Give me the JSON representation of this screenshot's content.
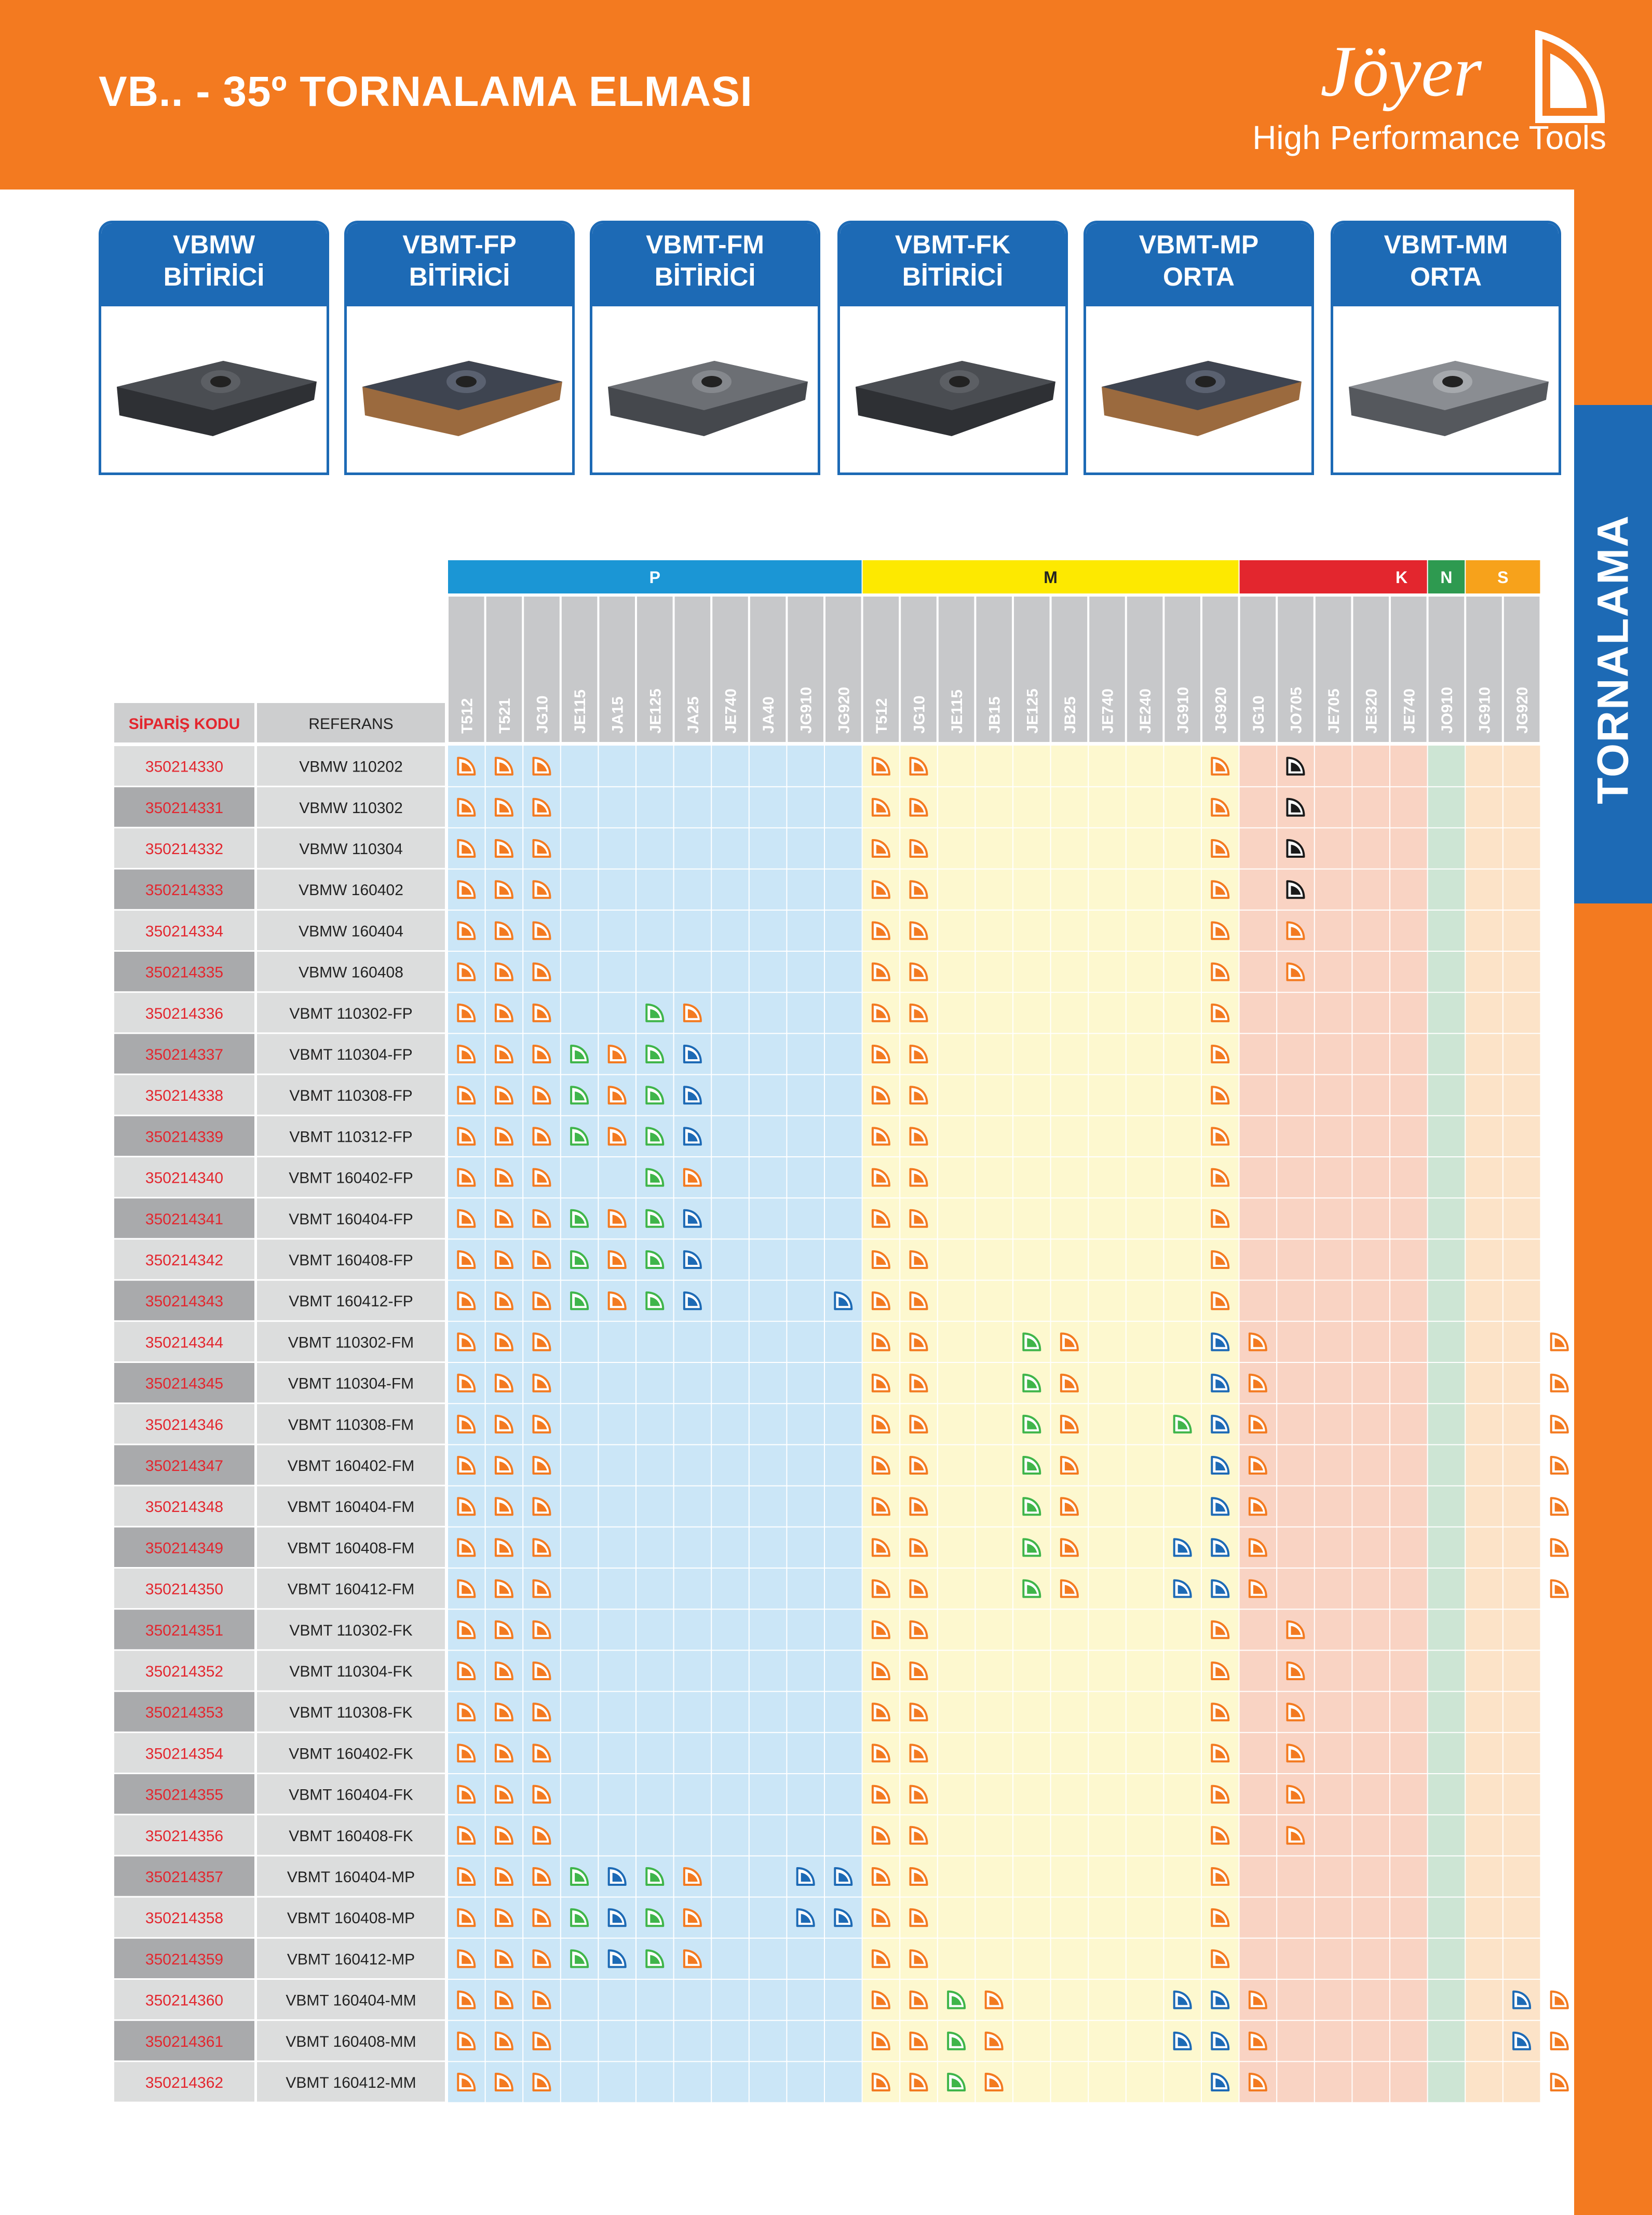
{
  "header": {
    "title": "VB.. - 35º TORNALAMA ELMASI",
    "brand_name": "Jöyer",
    "brand_tagline": "High Performance Tools"
  },
  "side_tab": {
    "label": "TORNALAMA"
  },
  "cards": [
    {
      "name": "VBMW",
      "type": "BİTİRİCİ",
      "insert_color": "dark"
    },
    {
      "name": "VBMT-FP",
      "type": "BİTİRİCİ",
      "insert_color": "bronze"
    },
    {
      "name": "VBMT-FM",
      "type": "BİTİRİCİ",
      "insert_color": "grey"
    },
    {
      "name": "VBMT-FK",
      "type": "BİTİRİCİ",
      "insert_color": "dark"
    },
    {
      "name": "VBMT-MP",
      "type": "ORTA",
      "insert_color": "bronze"
    },
    {
      "name": "VBMT-MM",
      "type": "ORTA",
      "insert_color": "silver"
    }
  ],
  "colors": {
    "orange": "#f37a20",
    "blue": "#1d6ab5",
    "mark_orange": "#f37a20",
    "mark_green": "#3fb54a",
    "mark_blue": "#1d6ab5",
    "mark_black": "#1a1a1a",
    "group_P": "#1b96d5",
    "group_M": "#fde900",
    "group_K": "#e3262e",
    "group_N": "#2e9a50",
    "group_S": "#f7a21b",
    "bg_P": "#cbe6f7",
    "bg_M": "#fdf8cf",
    "bg_K": "#f9d3c3",
    "bg_N": "#cde5d4",
    "bg_S": "#fce3c8"
  },
  "table": {
    "siparis_label": "SİPARİŞ KODU",
    "referans_label": "REFERANS",
    "groups": [
      {
        "label": "P",
        "count": 11
      },
      {
        "label": "M",
        "count": 10
      },
      {
        "label": "K",
        "count": 5
      },
      {
        "label": "N",
        "count": 1
      },
      {
        "label": "S",
        "count": 2
      }
    ],
    "columns": [
      "T512",
      "T521",
      "JG10",
      "JE115",
      "JA15",
      "JE125",
      "JA25",
      "JE740",
      "JA40",
      "JG910",
      "JG920",
      "T512",
      "JG10",
      "JE115",
      "JB15",
      "JE125",
      "JB25",
      "JE740",
      "JE240",
      "JG910",
      "JG920",
      "JG10",
      "JO705",
      "JE705",
      "JE320",
      "JE740",
      "JO910",
      "JG910",
      "JG920"
    ],
    "mark_legend": {
      "o": "orange",
      "g": "green",
      "b": "blue",
      "k": "black"
    },
    "rows": [
      {
        "code": "350214330",
        "ref": "VBMW 110202",
        "marks": "ooo........oo.......o.k......"
      },
      {
        "code": "350214331",
        "ref": "VBMW 110302",
        "marks": "ooo........oo.......o.k......"
      },
      {
        "code": "350214332",
        "ref": "VBMW 110304",
        "marks": "ooo........oo.......o.k......"
      },
      {
        "code": "350214333",
        "ref": "VBMW 160402",
        "marks": "ooo........oo.......o.k......"
      },
      {
        "code": "350214334",
        "ref": "VBMW 160404",
        "marks": "ooo........oo.......o.o......"
      },
      {
        "code": "350214335",
        "ref": "VBMW 160408",
        "marks": "ooo........oo.......o.o......"
      },
      {
        "code": "350214336",
        "ref": "VBMT 110302-FP",
        "marks": "ooo..go....oo.......o........"
      },
      {
        "code": "350214337",
        "ref": "VBMT 110304-FP",
        "marks": "ooogogb....oo.......o........"
      },
      {
        "code": "350214338",
        "ref": "VBMT 110308-FP",
        "marks": "ooogogb....oo.......o........"
      },
      {
        "code": "350214339",
        "ref": "VBMT 110312-FP",
        "marks": "ooogogb....oo.......o........"
      },
      {
        "code": "350214340",
        "ref": "VBMT 160402-FP",
        "marks": "ooo..go....oo.......o........"
      },
      {
        "code": "350214341",
        "ref": "VBMT 160404-FP",
        "marks": "ooogogb....oo.......o........"
      },
      {
        "code": "350214342",
        "ref": "VBMT 160408-FP",
        "marks": "ooogogb....oo.......o........"
      },
      {
        "code": "350214343",
        "ref": "VBMT 160412-FP",
        "marks": "ooogogb...boo.......o........"
      },
      {
        "code": "350214344",
        "ref": "VBMT 110302-FM",
        "marks": "ooo........oo..go...bo.......o"
      },
      {
        "code": "350214345",
        "ref": "VBMT 110304-FM",
        "marks": "ooo........oo..go...bo.......o"
      },
      {
        "code": "350214346",
        "ref": "VBMT 110308-FM",
        "marks": "ooo........oo..go..gbo.......o"
      },
      {
        "code": "350214347",
        "ref": "VBMT 160402-FM",
        "marks": "ooo........oo..go...bo.......o"
      },
      {
        "code": "350214348",
        "ref": "VBMT 160404-FM",
        "marks": "ooo........oo..go...bo.......o"
      },
      {
        "code": "350214349",
        "ref": "VBMT 160408-FM",
        "marks": "ooo........oo..go..bbo.......o"
      },
      {
        "code": "350214350",
        "ref": "VBMT 160412-FM",
        "marks": "ooo........oo..go..bbo.......o"
      },
      {
        "code": "350214351",
        "ref": "VBMT 110302-FK",
        "marks": "ooo........oo.......o.o......"
      },
      {
        "code": "350214352",
        "ref": "VBMT 110304-FK",
        "marks": "ooo........oo.......o.o......"
      },
      {
        "code": "350214353",
        "ref": "VBMT 110308-FK",
        "marks": "ooo........oo.......o.o......"
      },
      {
        "code": "350214354",
        "ref": "VBMT 160402-FK",
        "marks": "ooo........oo.......o.o......"
      },
      {
        "code": "350214355",
        "ref": "VBMT 160404-FK",
        "marks": "ooo........oo.......o.o......"
      },
      {
        "code": "350214356",
        "ref": "VBMT 160408-FK",
        "marks": "ooo........oo.......o.o......"
      },
      {
        "code": "350214357",
        "ref": "VBMT 160404-MP",
        "marks": "ooogbgo..bboo.......o........"
      },
      {
        "code": "350214358",
        "ref": "VBMT 160408-MP",
        "marks": "ooogbgo..bboo.......o........"
      },
      {
        "code": "350214359",
        "ref": "VBMT 160412-MP",
        "marks": "ooogbgo....oo.......o........"
      },
      {
        "code": "350214360",
        "ref": "VBMT 160404-MM",
        "marks": "ooo........oogo....bbo......bo"
      },
      {
        "code": "350214361",
        "ref": "VBMT 160408-MM",
        "marks": "ooo........oogo....bbo......bo"
      },
      {
        "code": "350214362",
        "ref": "VBMT 160412-MM",
        "marks": "ooo........oogo.....bo.......o"
      }
    ]
  }
}
